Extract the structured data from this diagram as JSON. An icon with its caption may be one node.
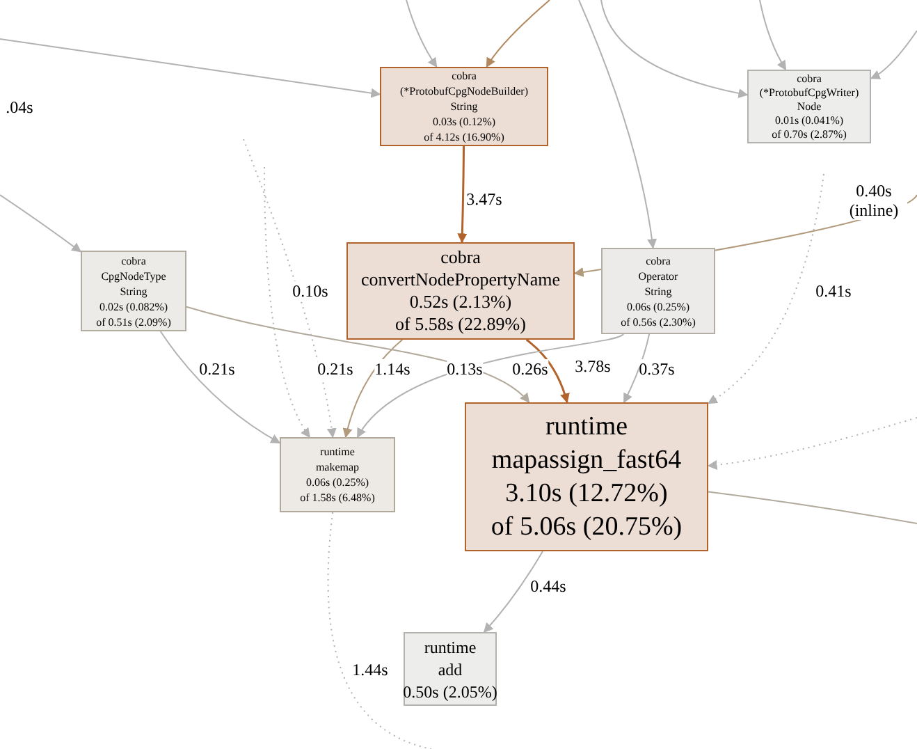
{
  "diagram": {
    "nodes": [
      {
        "text": [
          "cobra",
          "(*ProtobufCpgNodeBuilder)",
          "String",
          "0.03s (0.12%)",
          "of 4.12s (16.90%)"
        ]
      },
      {
        "text": [
          "cobra",
          "(*ProtobufCpgWriter)",
          "Node",
          "0.01s (0.041%)",
          "of 0.70s (2.87%)"
        ]
      },
      {
        "text": [
          "cobra",
          "CpgNodeType",
          "String",
          "0.02s (0.082%)",
          "of 0.51s (2.09%)"
        ]
      },
      {
        "text": [
          "cobra",
          "convertNodePropertyName",
          "0.52s (2.13%)",
          "of 5.58s (22.89%)"
        ]
      },
      {
        "text": [
          "cobra",
          "Operator",
          "String",
          "0.06s (0.25%)",
          "of 0.56s (2.30%)"
        ]
      },
      {
        "text": [
          "runtime",
          "makemap",
          "0.06s (0.25%)",
          "of 1.58s (6.48%)"
        ]
      },
      {
        "text": [
          "runtime",
          "mapassign_fast64",
          "3.10s (12.72%)",
          "of 5.06s (20.75%)"
        ]
      },
      {
        "text": [
          "runtime",
          "add",
          "0.50s (2.05%)"
        ]
      }
    ],
    "edges": [
      {
        "from": 0,
        "to": 3,
        "arrow": "to",
        "label": "3.47s",
        "color": "#b2622b"
      },
      {
        "from": 3,
        "to": 6,
        "arrow": "to",
        "label": "3.78s",
        "color": "#b2622b"
      },
      {
        "from": 3,
        "to": 5,
        "arrow": "to",
        "label": "1.14s",
        "color": "#b29a7c"
      },
      {
        "from": 4,
        "to": 6,
        "arrow": "to",
        "label": "0.37s"
      },
      {
        "from": 4,
        "to": 5,
        "arrow": "to",
        "label": "0.13s"
      },
      {
        "from": 2,
        "to": 5,
        "arrow": "to",
        "label": "0.21s"
      },
      {
        "from": 2,
        "to": 6,
        "arrow": "to",
        "label": "0.26s",
        "color": "#b2aa9c"
      },
      {
        "from": 6,
        "to": 7,
        "arrow": "to",
        "label": "0.44s"
      },
      {
        "from": null,
        "to": 3,
        "arrow": "to",
        "label": "0.40s (inline)",
        "color": "#b29a7c"
      },
      {
        "from": null,
        "to": 0,
        "arrow": "to",
        "color": "#b2895e"
      },
      {
        "from": null,
        "to": 0,
        "arrow": "to"
      },
      {
        "from": null,
        "to": 0,
        "arrow": "to",
        "label": ".04s"
      },
      {
        "from": null,
        "to": 1,
        "arrow": "to"
      },
      {
        "from": null,
        "to": 1,
        "arrow": "to"
      },
      {
        "from": null,
        "to": 1,
        "arrow": "to"
      },
      {
        "from": null,
        "to": 4,
        "arrow": "to"
      },
      {
        "from": null,
        "to": 2,
        "arrow": "to"
      },
      {
        "from": null,
        "to": 5,
        "arrow": "to",
        "label": "0.10s",
        "style": "dashed"
      },
      {
        "from": null,
        "to": 5,
        "arrow": "to",
        "label": "0.21s",
        "style": "dashed"
      },
      {
        "from": null,
        "to": 6,
        "arrow": "to",
        "label": "0.41s",
        "style": "dashed"
      },
      {
        "from": null,
        "to": 6,
        "arrow": "to",
        "style": "dashed"
      },
      {
        "from": 5,
        "to": null,
        "arrow": "none",
        "label": "1.44s",
        "style": "dashed"
      },
      {
        "from": 6,
        "to": null,
        "arrow": "none",
        "color": "#b2aa9c"
      }
    ]
  }
}
